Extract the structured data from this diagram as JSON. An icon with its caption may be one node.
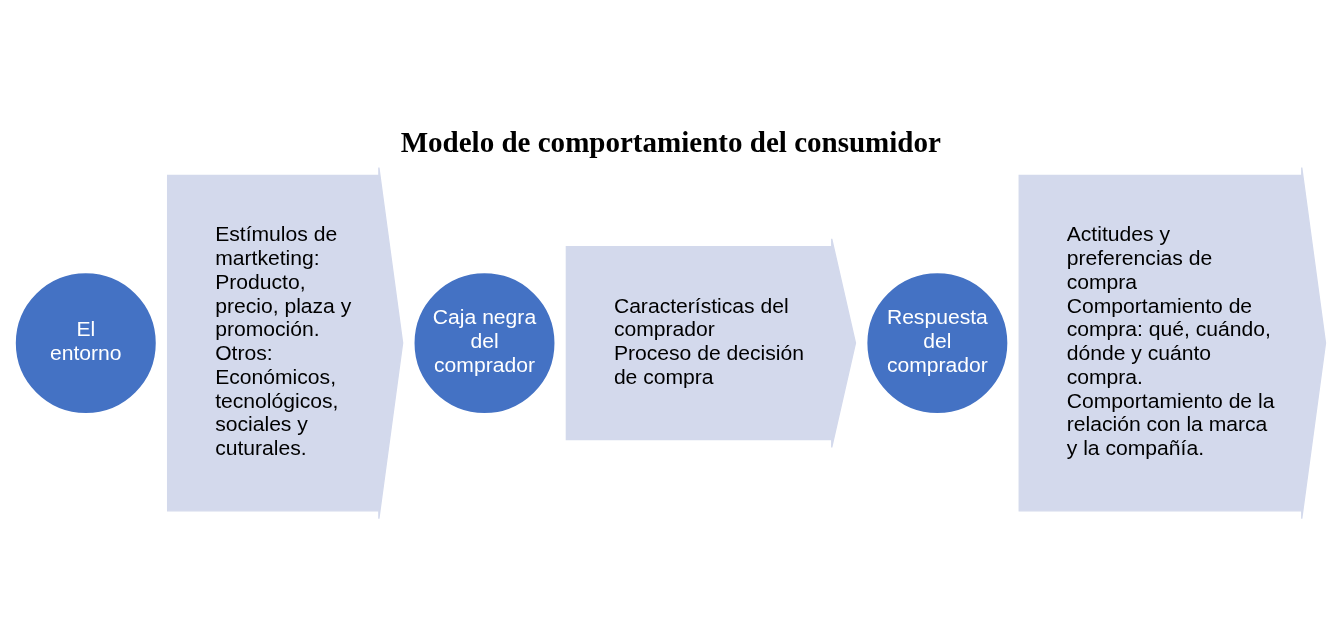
{
  "diagram": {
    "title": "Modelo de comportamiento del consumidor",
    "nodes": [
      {
        "text": [
          "El entorno"
        ]
      },
      {
        "text": [
          "Estímulos de martketing: Producto, precio, plaza y promoción.",
          "Otros: Económicos, tecnológicos, sociales y cuturales."
        ]
      },
      {
        "text": [
          "Caja negra del comprador"
        ]
      },
      {
        "text": [
          "Características del comprador",
          "Proceso de decisión de compra"
        ]
      },
      {
        "text": [
          "Respuesta del comprador"
        ]
      },
      {
        "text": [
          "Actitudes y preferencias de compra",
          "Comportamiento de compra: qué, cuándo, dónde y cuánto compra.",
          "Comportamiento de la relación con la marca y la compañía."
        ]
      }
    ]
  }
}
